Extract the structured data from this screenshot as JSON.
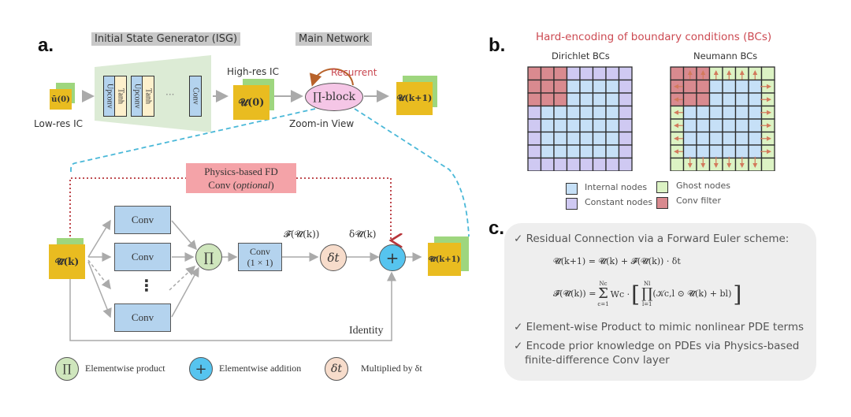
{
  "panel_a": {
    "letter": "a.",
    "isg_header": "Initial State Generator (ISG)",
    "main_header": "Main Network",
    "low_res_tile": "ū(0)",
    "low_res_label": "Low-res IC",
    "isg_layers": [
      "Upconv",
      "Tanh",
      "Upconv",
      "Tanh",
      "Conv"
    ],
    "isg_ellipsis": "···",
    "high_res_label": "High-res IC",
    "high_res_tile": "𝓤(0)",
    "pi_block": "∏-block",
    "recurrent": "Recurrent",
    "zoom_in": "Zoom-in View",
    "output_tile": "𝓤(k+1)",
    "physics_box_line1": "Physics-based FD",
    "physics_box_line2": "Conv (",
    "physics_box_italic": "optional",
    "physics_box_end": ")",
    "input_tile": "𝓤̂(k)",
    "conv_label": "Conv",
    "conv_vdots": "⋮",
    "product_symbol": "∏",
    "conv1x1_line1": "Conv",
    "conv1x1_line2": "(1 × 1)",
    "f_label": "𝓕̂(𝓤̂(k))",
    "dt_symbol": "δt",
    "du_label": "δ𝓤̂(k)",
    "plus_symbol": "+",
    "zoom_output_tile": "𝓤̂(k+1)",
    "identity": "Identity",
    "legend": [
      {
        "symbol": "∏",
        "label": "Elementwise product",
        "color": "#cfe6bd"
      },
      {
        "symbol": "+",
        "label": "Elementwise addition",
        "color": "#56c4ef"
      },
      {
        "symbol": "δt",
        "label": "Multiplied by δt",
        "color": "#f7dccb"
      }
    ]
  },
  "panel_b": {
    "letter": "b.",
    "title": "Hard-encoding of boundary conditions (BCs)",
    "dirichlet_label": "Dirichlet BCs",
    "neumann_label": "Neumann BCs",
    "legend": [
      {
        "label": "Internal nodes",
        "color": "#c6e0f7"
      },
      {
        "label": "Ghost nodes",
        "color": "#dcf3c4"
      },
      {
        "label": "Constant nodes",
        "color": "#cfc9f2"
      },
      {
        "label": "Conv filter",
        "color": "#d98a8f"
      }
    ],
    "grid_size": 8,
    "filter_size": 3
  },
  "panel_c": {
    "letter": "c.",
    "bullets": [
      "Residual Connection via a Forward Euler scheme:",
      "Element-wise Product to mimic nonlinear PDE terms",
      "Encode prior knowledge on PDEs via Physics-based",
      "finite-difference Conv layer"
    ],
    "check": "✓",
    "eq1": "𝓤̂(k+1) = 𝓤̂(k) + 𝓕̂(𝓤̂(k)) · δt",
    "eq2_lhs": "𝓕̂(𝓤̂(k)) = ",
    "eq2_sum": "Σ",
    "eq2_sum_top": "Nc",
    "eq2_sum_bot": "c=1",
    "eq2_w": "Wc ·",
    "eq2_prod": "∏",
    "eq2_prod_top": "Nl",
    "eq2_prod_bot": "l=1",
    "eq2_body": "(𝒦c,l ⊙ 𝓤̂(k) + bl)"
  },
  "colors": {
    "green_tile": "#9ed67e",
    "yellow_tile": "#e9bc20",
    "pi_block": "#f5c6e6",
    "cyan_dash": "#4ab8d8",
    "red_dotted": "#b8353a",
    "physics_box": "#f4a3a8",
    "recurrent": "#c8464f",
    "bc_title": "#cc4a52"
  }
}
